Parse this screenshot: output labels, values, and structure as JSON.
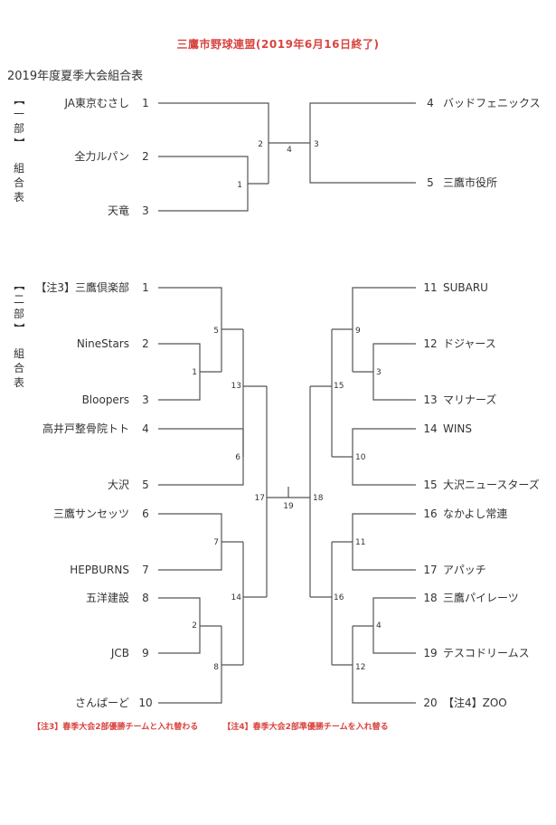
{
  "title": "三鷹市野球連盟(2019年6月16日終了)",
  "subtitle": "2019年度夏季大会組合表",
  "division1": {
    "label": "【一部】組合表",
    "left_teams": [
      {
        "name": "JA東京むさし",
        "num": "1"
      },
      {
        "name": "全力ルパン",
        "num": "2"
      },
      {
        "name": "天竜",
        "num": "3"
      }
    ],
    "right_teams": [
      {
        "name": "バッドフェニックス",
        "num": "4"
      },
      {
        "name": "三鷹市役所",
        "num": "5"
      }
    ],
    "match_labels": [
      "1",
      "2",
      "3",
      "4"
    ]
  },
  "division2": {
    "label": "【二部】組合表",
    "left_teams": [
      {
        "name": "【注3】三鷹倶楽部",
        "num": "1"
      },
      {
        "name": "NineStars",
        "num": "2"
      },
      {
        "name": "Bloopers",
        "num": "3"
      },
      {
        "name": "高井戸整骨院トト",
        "num": "4"
      },
      {
        "name": "大沢",
        "num": "5"
      },
      {
        "name": "三鷹サンセッツ",
        "num": "6"
      },
      {
        "name": "HEPBURNS",
        "num": "7"
      },
      {
        "name": "五洋建設",
        "num": "8"
      },
      {
        "name": "JCB",
        "num": "9"
      },
      {
        "name": "さんぱーど",
        "num": "10"
      }
    ],
    "right_teams": [
      {
        "name": "SUBARU",
        "num": "11"
      },
      {
        "name": "ドジャース",
        "num": "12"
      },
      {
        "name": "マリナーズ",
        "num": "13"
      },
      {
        "name": "WINS",
        "num": "14"
      },
      {
        "name": "大沢ニュースターズ",
        "num": "15"
      },
      {
        "name": "なかよし常連",
        "num": "16"
      },
      {
        "name": "アパッチ",
        "num": "17"
      },
      {
        "name": "三鷹パイレーツ",
        "num": "18"
      },
      {
        "name": "テスコドリームス",
        "num": "19"
      },
      {
        "name": "【注4】ZOO",
        "num": "20"
      }
    ],
    "match_labels": [
      "1",
      "2",
      "3",
      "4",
      "5",
      "6",
      "7",
      "8",
      "9",
      "10",
      "11",
      "12",
      "13",
      "14",
      "15",
      "16",
      "17",
      "18",
      "19"
    ]
  },
  "notes": [
    "【注3】春季大会2部優勝チームと入れ替わる",
    "【注4】春季大会2部準優勝チームを入れ替る"
  ]
}
